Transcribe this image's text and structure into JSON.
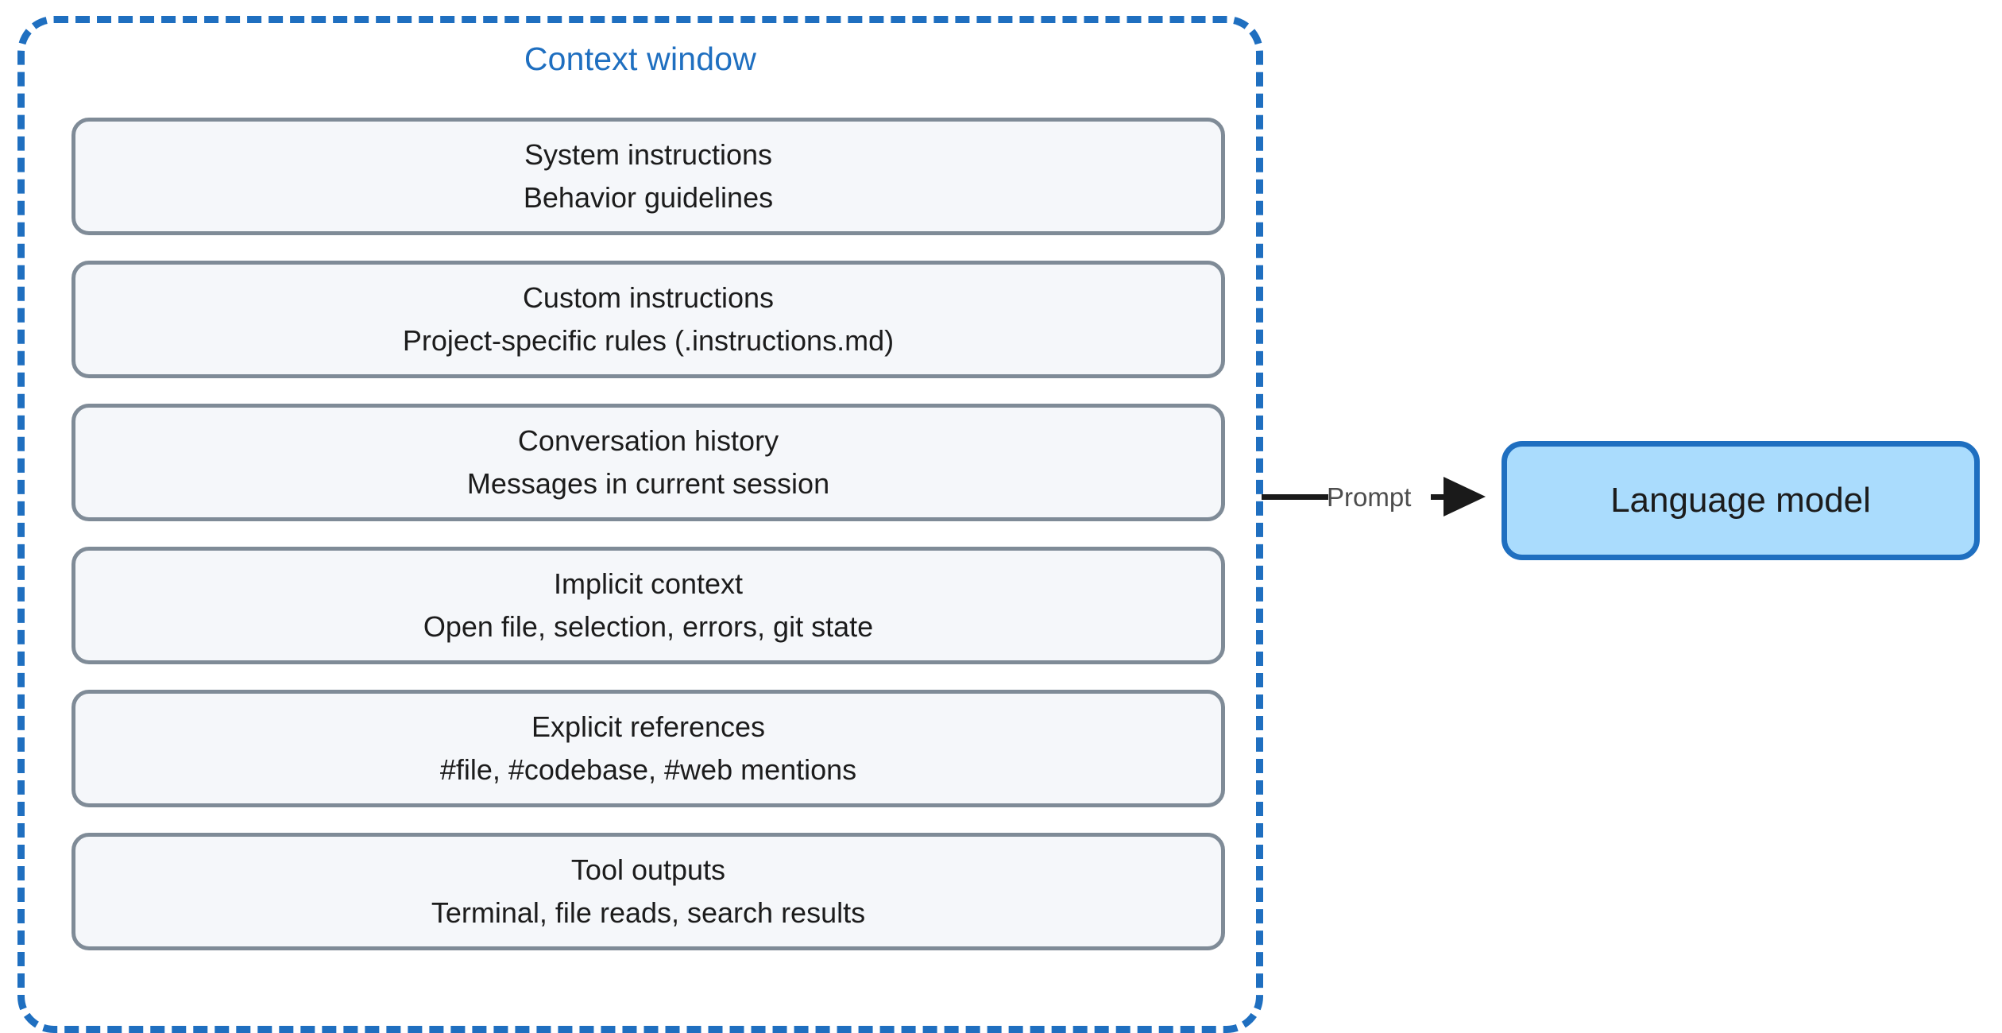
{
  "diagram": {
    "title": "Context window",
    "colors": {
      "context_border": "#1f6fc0",
      "context_title": "#1f6fc0",
      "component_fill": "#f5f7fa",
      "component_border": "#7f8b97",
      "component_text": "#1c1c1c",
      "model_fill": "#aadcfd",
      "model_border": "#1f6fc0",
      "arrow": "#1a1a1a",
      "arrow_label": "#4d4d4d",
      "background": "#ffffff"
    }
  },
  "components": [
    {
      "title": "System instructions",
      "subtitle": "Behavior guidelines"
    },
    {
      "title": "Custom instructions",
      "subtitle": "Project-specific rules (.instructions.md)"
    },
    {
      "title": "Conversation history",
      "subtitle": "Messages in current session"
    },
    {
      "title": "Implicit context",
      "subtitle": "Open file, selection, errors, git state"
    },
    {
      "title": "Explicit references",
      "subtitle": "#file, #codebase, #web mentions"
    },
    {
      "title": "Tool outputs",
      "subtitle": "Terminal, file reads, search results"
    }
  ],
  "edge": {
    "label": "Prompt"
  },
  "model": {
    "label": "Language model"
  }
}
